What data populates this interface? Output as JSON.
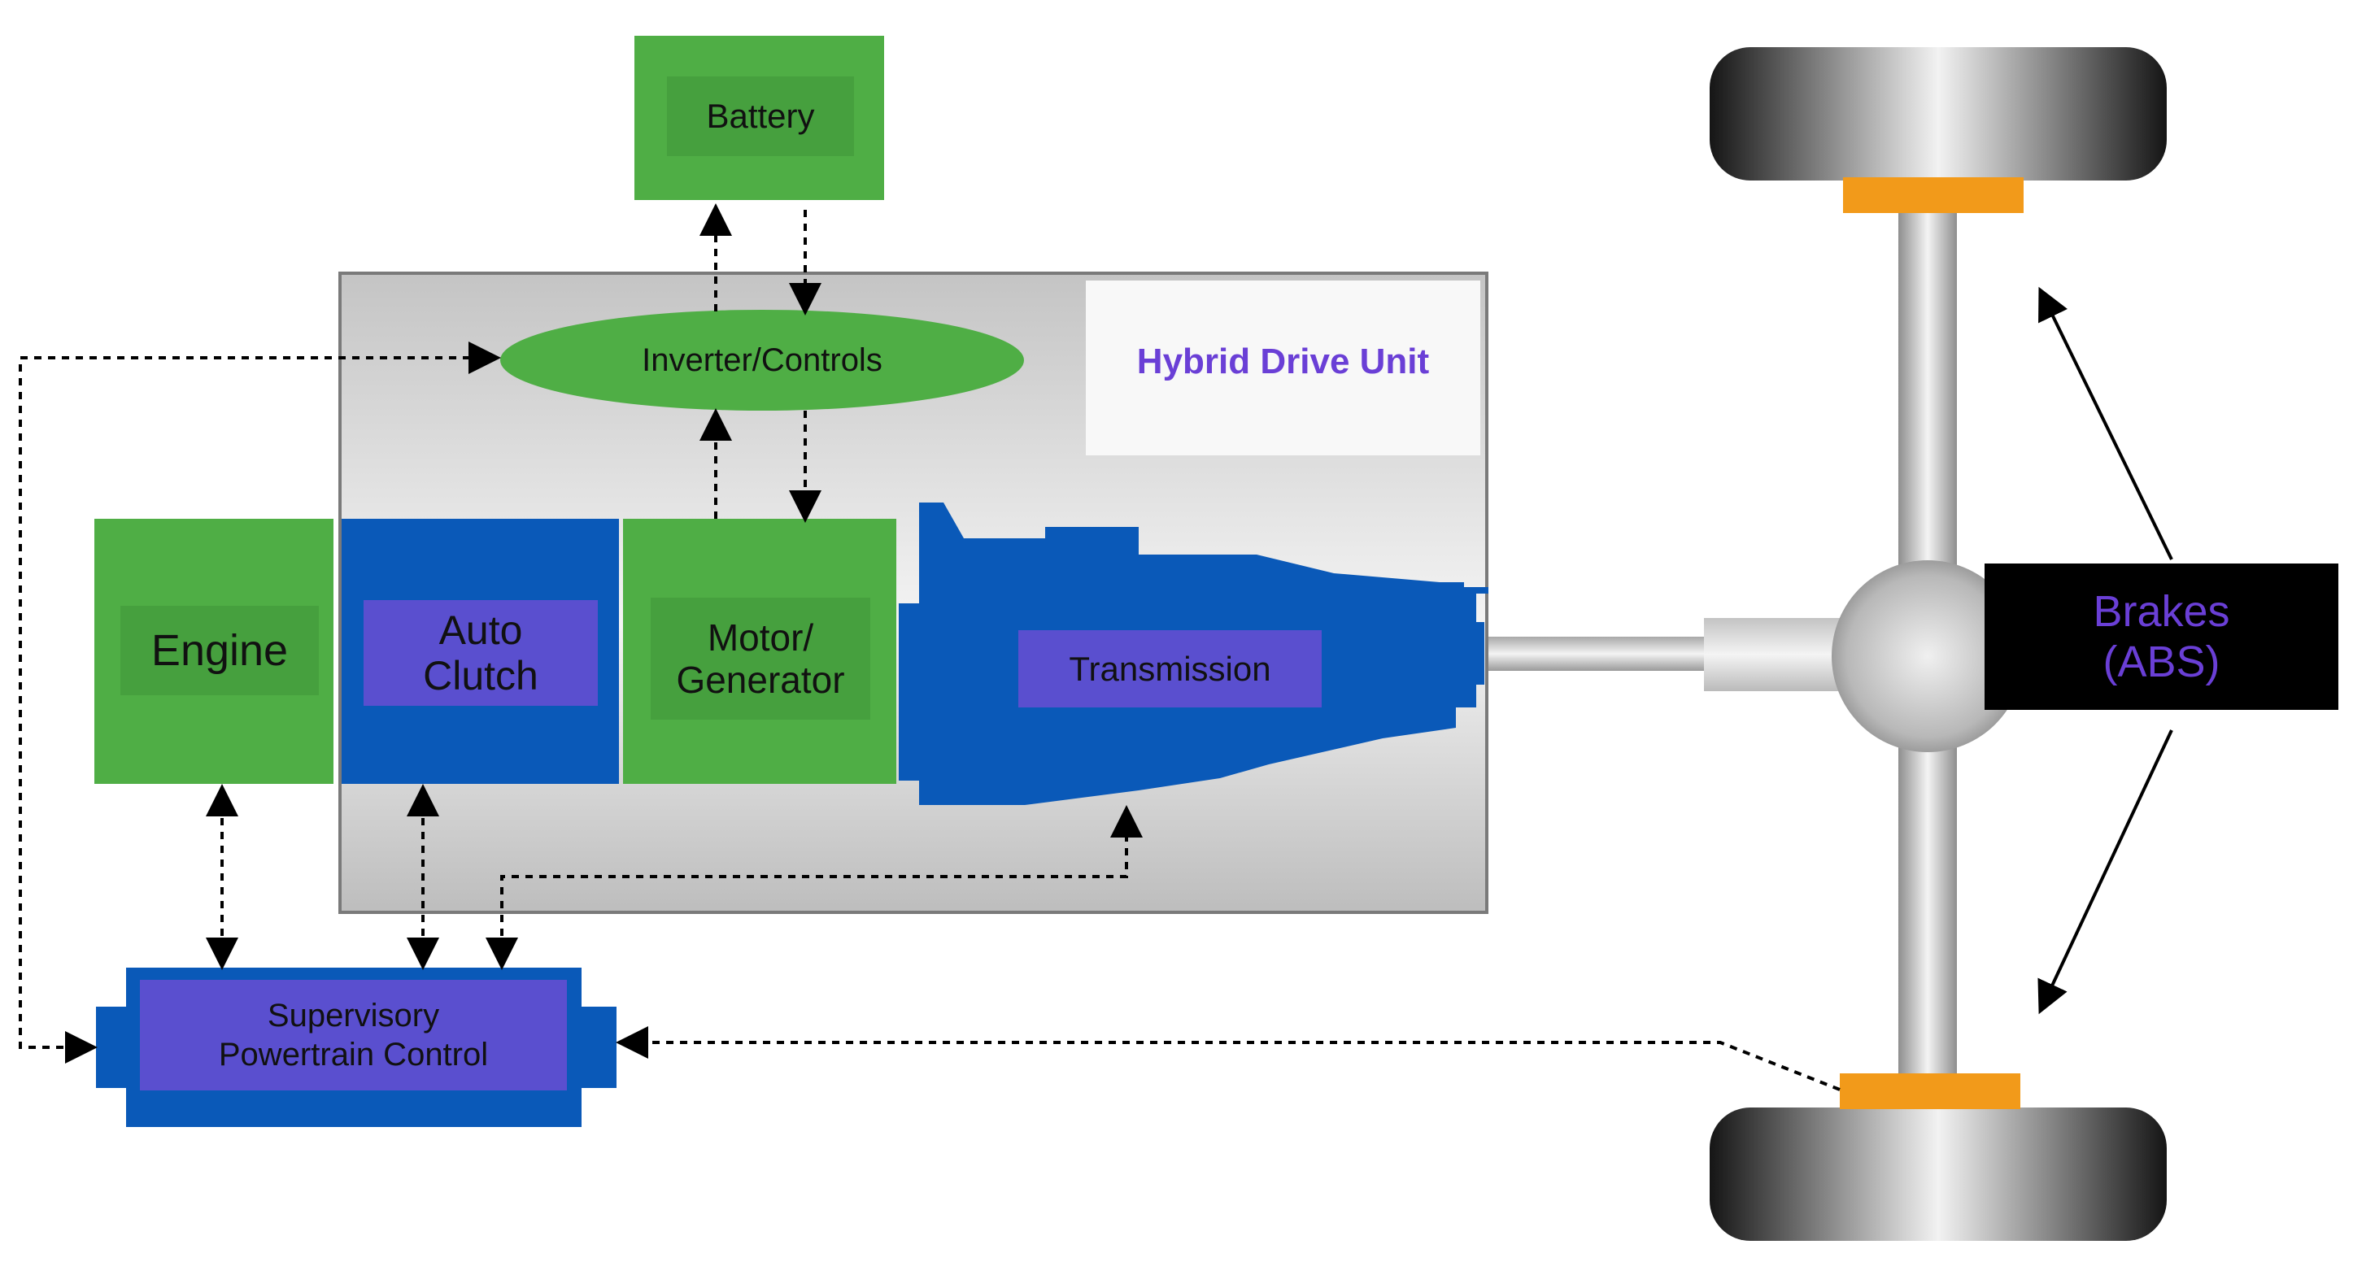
{
  "colors": {
    "green": "#4fae45",
    "blue": "#0a59b8",
    "purple_box": "#5a4fcf",
    "purple_text": "#6a3fd6",
    "housing_gray": "#d9d9d9",
    "orange": "#f29a1a",
    "black": "#000000"
  },
  "labels": {
    "battery": "Battery",
    "inverter": "Inverter/Controls",
    "hybrid_unit": "Hybrid Drive Unit",
    "engine": "Engine",
    "auto_clutch": "Auto\nClutch",
    "motor_generator": "Motor/\nGenerator",
    "transmission": "Transmission",
    "supervisory": "Supervisory\nPowertrain Control",
    "brakes": "Brakes\n(ABS)"
  }
}
